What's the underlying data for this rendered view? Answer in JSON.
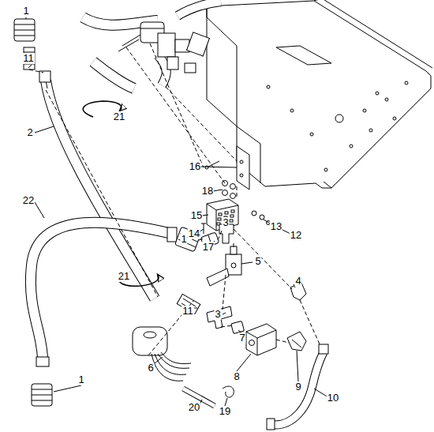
{
  "diagram": {
    "labels": [
      "1",
      "11",
      "2",
      "21",
      "16",
      "18",
      "15",
      "13",
      "12",
      "14",
      "22",
      "1",
      "17",
      "3",
      "5",
      "21",
      "4",
      "11",
      "3",
      "7",
      "6",
      "8",
      "9",
      "10",
      "1",
      "20",
      "19"
    ]
  }
}
